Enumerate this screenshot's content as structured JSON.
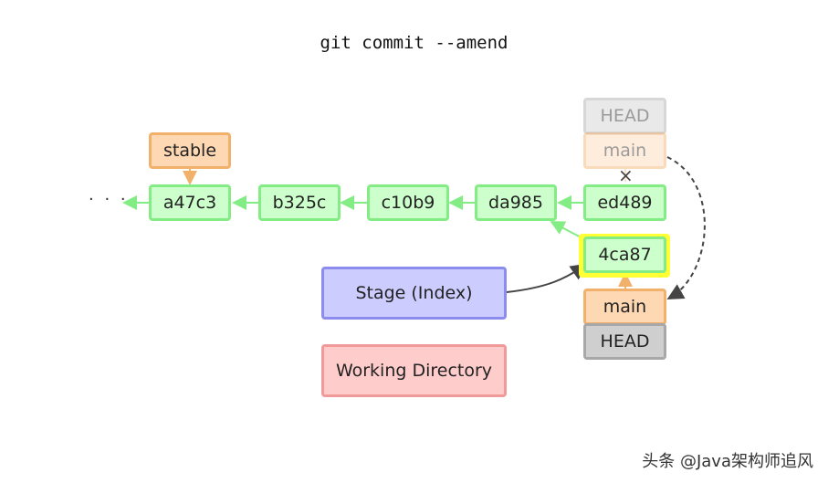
{
  "title": "git commit --amend",
  "commits": [
    "a47c3",
    "b325c",
    "c10b9",
    "da985",
    "ed489"
  ],
  "new_commit": "4ca87",
  "ellipsis": "· · ·",
  "old_refs": {
    "branch": "main",
    "head": "HEAD"
  },
  "new_refs": {
    "branch": "main",
    "head": "HEAD"
  },
  "stable_branch": "stable",
  "stage_label": "Stage (Index)",
  "workdir_label": "Working Directory",
  "detached_mark": "×",
  "watermark": "头条 @Java架构师追风",
  "colors": {
    "commit_fill": "#ccffcc",
    "commit_border": "#84ec84",
    "branch_fill": "#fdd8b3",
    "branch_border": "#f2b16b",
    "head_fill": "#cfcfcf",
    "stage_fill": "#ccccff",
    "workdir_fill": "#ffcccc",
    "highlight": "#ffff33"
  }
}
